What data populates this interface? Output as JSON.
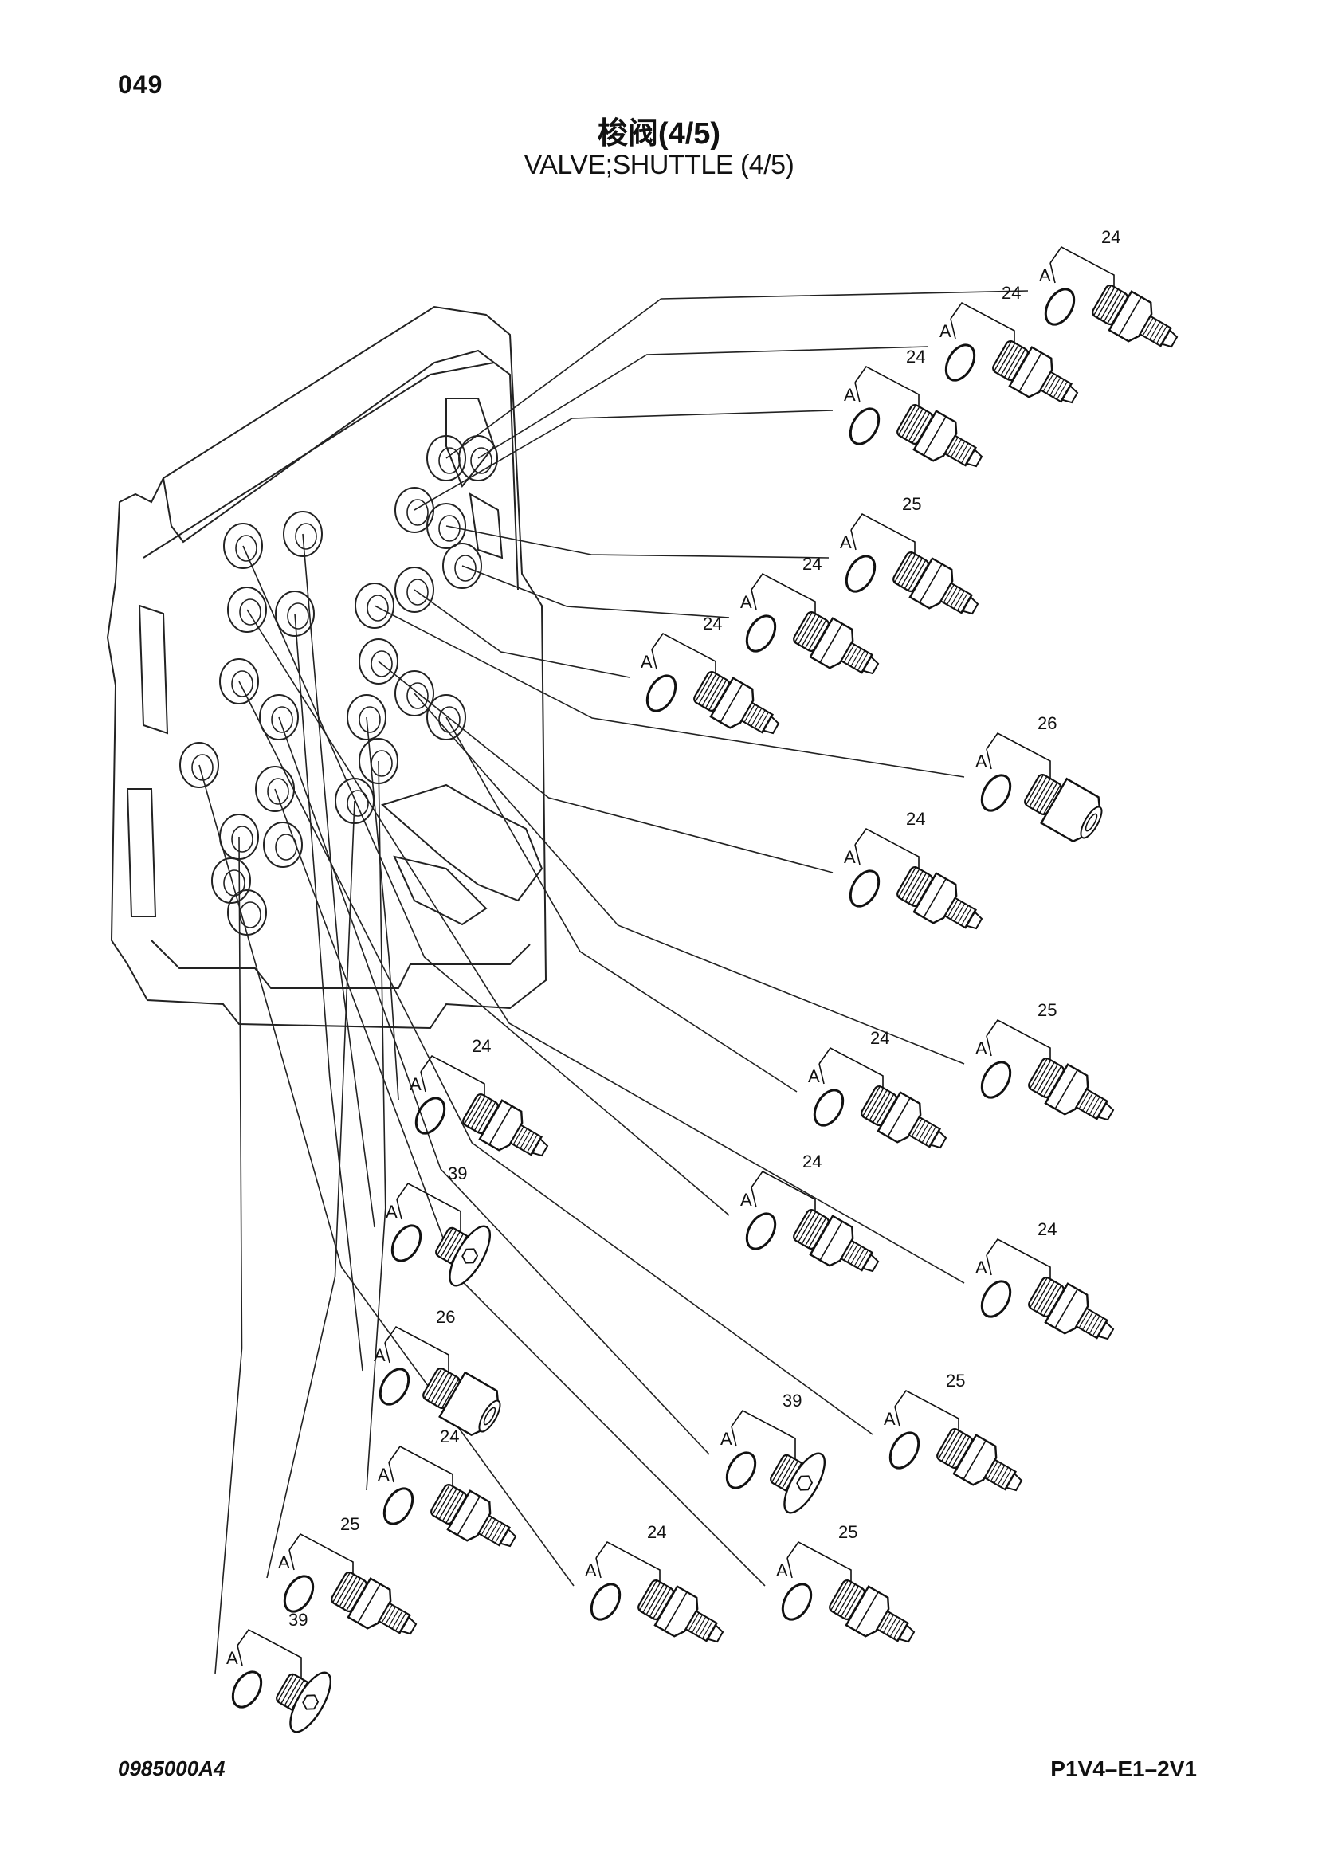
{
  "header": {
    "page_number": "049",
    "title_cn": "梭阀(4/5)",
    "title_en": "VALVE;SHUTTLE (4/5)"
  },
  "footer": {
    "drawing_code": "0985000A4",
    "model_code": "P1V4–E1–2V1"
  },
  "parts": [
    {
      "id": "p01",
      "number": "24",
      "type": "fitting"
    },
    {
      "id": "p02",
      "number": "24",
      "type": "fitting"
    },
    {
      "id": "p03",
      "number": "24",
      "type": "fitting"
    },
    {
      "id": "p04",
      "number": "25",
      "type": "fitting"
    },
    {
      "id": "p05",
      "number": "24",
      "type": "fitting"
    },
    {
      "id": "p06",
      "number": "24",
      "type": "fitting"
    },
    {
      "id": "p07",
      "number": "26",
      "type": "socket"
    },
    {
      "id": "p08",
      "number": "24",
      "type": "fitting"
    },
    {
      "id": "p09",
      "number": "25",
      "type": "fitting"
    },
    {
      "id": "p10",
      "number": "24",
      "type": "fitting"
    },
    {
      "id": "p11",
      "number": "24",
      "type": "fitting"
    },
    {
      "id": "p12",
      "number": "24",
      "type": "fitting"
    },
    {
      "id": "p13",
      "number": "39",
      "type": "plug"
    },
    {
      "id": "p14",
      "number": "24",
      "type": "fitting"
    },
    {
      "id": "p15",
      "number": "26",
      "type": "socket"
    },
    {
      "id": "p16",
      "number": "25",
      "type": "fitting"
    },
    {
      "id": "p17",
      "number": "39",
      "type": "plug"
    },
    {
      "id": "p18",
      "number": "24",
      "type": "fitting"
    },
    {
      "id": "p19",
      "number": "25",
      "type": "fitting"
    },
    {
      "id": "p20",
      "number": "24",
      "type": "fitting"
    },
    {
      "id": "p21",
      "number": "25",
      "type": "fitting"
    },
    {
      "id": "p22",
      "number": "39",
      "type": "plug"
    }
  ],
  "oring_label": "A"
}
